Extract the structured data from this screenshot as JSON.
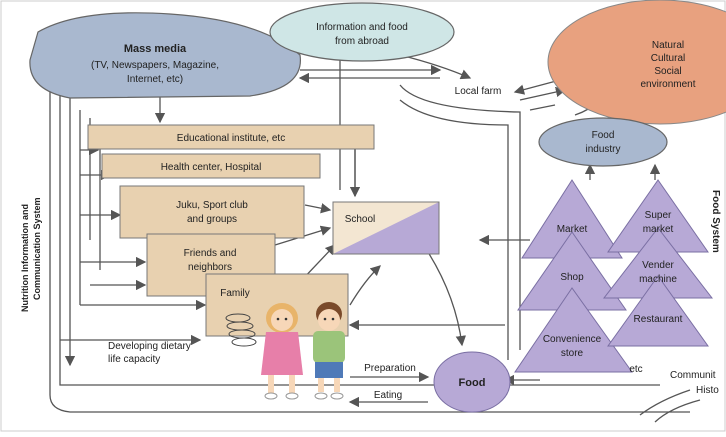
{
  "nodes": {
    "mass_media_title": "Mass media",
    "mass_media_sub1": "(TV, Newspapers, Magazine,",
    "mass_media_sub2": "Internet, etc)",
    "abroad_1": "Information and food",
    "abroad_2": "from abroad",
    "env_1": "Natural",
    "env_2": "Cultural",
    "env_3": "Social",
    "env_4": "environment",
    "local_farm": "Local farm",
    "food_industry_1": "Food",
    "food_industry_2": "industry",
    "edu": "Educational institute, etc",
    "health": "Health center, Hospital",
    "juku_1": "Juku, Sport club",
    "juku_2": "and groups",
    "friends_1": "Friends and",
    "friends_2": "neighbors",
    "family": "Family",
    "school": "School",
    "market": "Market",
    "super_1": "Super",
    "super_2": "market",
    "shop": "Shop",
    "vender_1": "Vender",
    "vender_2": "machine",
    "restaurant": "Restaurant",
    "conv_1": "Convenience",
    "conv_2": "store",
    "etc": "etc",
    "food": "Food",
    "preparation": "Preparation",
    "eating": "Eating",
    "dietary_1": "Developing dietary",
    "dietary_2": "life capacity",
    "community": "Communit",
    "history": "Histo"
  },
  "side_labels": {
    "left_1": "Nutrition Information and",
    "left_2": "Communication System",
    "right": "Food System"
  },
  "colors": {
    "mass_media": "#a9b8cf",
    "abroad": "#cfe6e6",
    "environment": "#e8a17f",
    "food_industry": "#a9b8cf",
    "tan_box": "#e8d1b0",
    "lavender": "#b7a9d6",
    "lines": "#555555"
  }
}
